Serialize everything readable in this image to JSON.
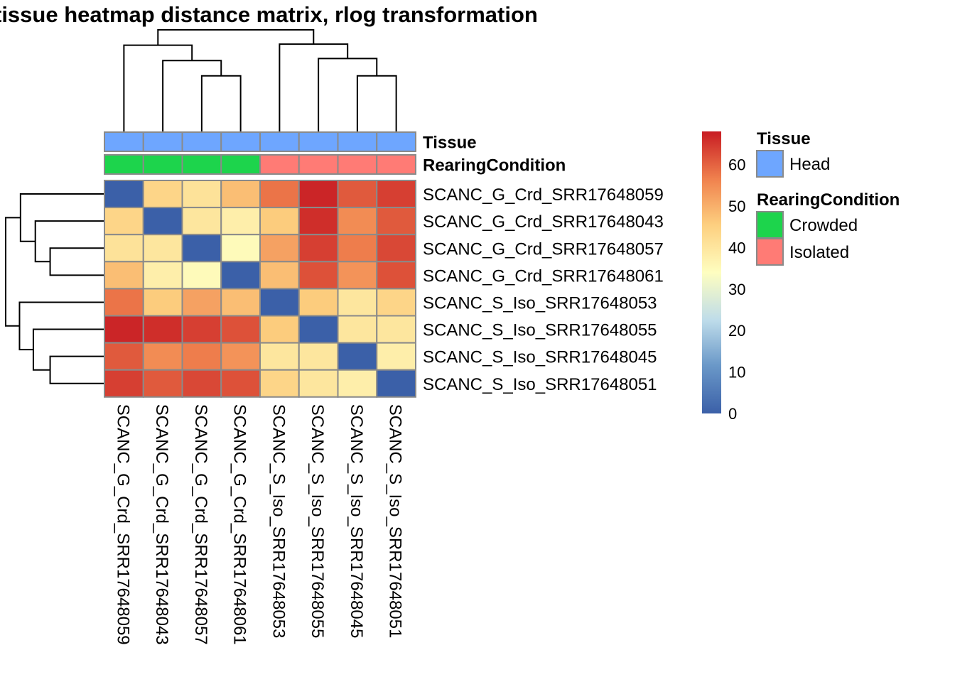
{
  "chart_data": {
    "type": "heatmap",
    "title": "tissue heatmap distance matrix, rlog transformation",
    "samples": [
      "SCANC_G_Crd_SRR17648059",
      "SCANC_G_Crd_SRR17648043",
      "SCANC_G_Crd_SRR17648057",
      "SCANC_G_Crd_SRR17648061",
      "SCANC_S_Iso_SRR17648053",
      "SCANC_S_Iso_SRR17648055",
      "SCANC_S_Iso_SRR17648045",
      "SCANC_S_Iso_SRR17648051"
    ],
    "matrix": [
      [
        0,
        44,
        41,
        48,
        58,
        67,
        61,
        64
      ],
      [
        44,
        0,
        40,
        38,
        46,
        66,
        55,
        61
      ],
      [
        41,
        40,
        0,
        35,
        52,
        64,
        57,
        63
      ],
      [
        48,
        38,
        35,
        0,
        48,
        62,
        54,
        62
      ],
      [
        58,
        46,
        52,
        48,
        0,
        46,
        40,
        44
      ],
      [
        67,
        66,
        64,
        62,
        46,
        0,
        40,
        40
      ],
      [
        61,
        55,
        57,
        54,
        40,
        40,
        0,
        38
      ],
      [
        64,
        61,
        63,
        62,
        44,
        40,
        38,
        0
      ]
    ],
    "annotations": [
      {
        "name": "Tissue",
        "values": [
          "Head",
          "Head",
          "Head",
          "Head",
          "Head",
          "Head",
          "Head",
          "Head"
        ],
        "legend": [
          {
            "label": "Head",
            "color": "#6EA6FF"
          }
        ]
      },
      {
        "name": "RearingCondition",
        "values": [
          "Crowded",
          "Crowded",
          "Crowded",
          "Crowded",
          "Isolated",
          "Isolated",
          "Isolated",
          "Isolated"
        ],
        "legend": [
          {
            "label": "Crowded",
            "color": "#1DD44C"
          },
          {
            "label": "Isolated",
            "color": "#FF7B75"
          }
        ]
      }
    ],
    "color_scale": {
      "min": 0,
      "max": 68,
      "ticks": [
        0,
        10,
        20,
        30,
        40,
        50,
        60
      ],
      "stops": [
        [
          0.0,
          "#3B60A8"
        ],
        [
          0.17,
          "#6A98C8"
        ],
        [
          0.33,
          "#BEDCEA"
        ],
        [
          0.5,
          "#FEFEC0"
        ],
        [
          0.67,
          "#FDCF7F"
        ],
        [
          0.83,
          "#F0824E"
        ],
        [
          1.0,
          "#C81C23"
        ]
      ]
    },
    "dendrogram": [
      {
        "a": 2,
        "b": 3,
        "h": 0.55
      },
      {
        "a": 1,
        "b": "n0",
        "h": 0.7
      },
      {
        "a": 0,
        "b": "n1",
        "h": 0.85
      },
      {
        "a": 6,
        "b": 7,
        "h": 0.55
      },
      {
        "a": 5,
        "b": "n3",
        "h": 0.72
      },
      {
        "a": 4,
        "b": "n4",
        "h": 0.86
      },
      {
        "a": "n2",
        "b": "n5",
        "h": 1.0
      }
    ]
  }
}
